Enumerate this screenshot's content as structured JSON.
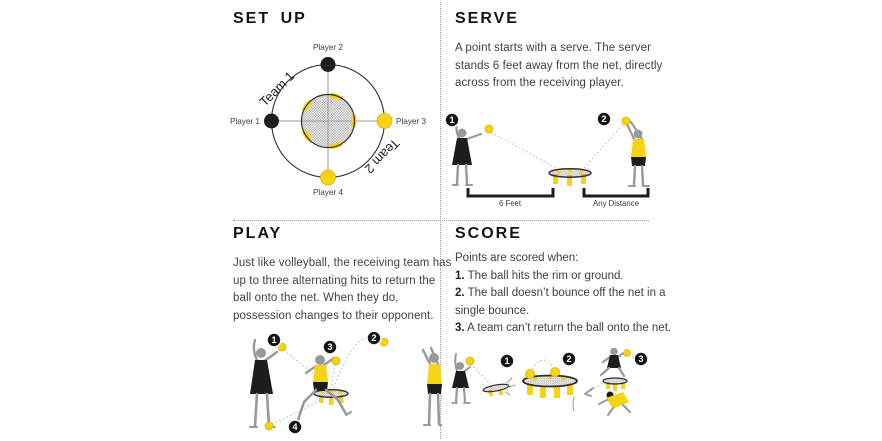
{
  "theme": {
    "yellow": "#F6D415",
    "ink": "#1D1D1B",
    "skin": "#97999B",
    "text": "#3F3F3F",
    "divider": "#9E9E9E"
  },
  "setup": {
    "title": "SET UP",
    "team1": "Team 1",
    "team2": "Team 2",
    "player1": "Player 1",
    "player2": "Player 2",
    "player3": "Player 3",
    "player4": "Player 4"
  },
  "serve": {
    "title": "SERVE",
    "description": "A point starts with a serve. The server\nstands 6 feet away from the net, directly\nacross from the receiving player.",
    "badge1": "1",
    "badge2": "2",
    "distance_left": "6 Feet",
    "distance_right": "Any Distance"
  },
  "play": {
    "title": "PLAY",
    "description": "Just like volleyball, the receiving team has\nup to three alternating hits to return the\nball onto the net. When they do,\npossession changes to their opponent.",
    "badge1": "1",
    "badge2": "2",
    "badge3": "3",
    "badge4": "4"
  },
  "score": {
    "title": "SCORE",
    "intro": "Points are scored when:",
    "rules": [
      {
        "num": "1.",
        "text": "The ball hits the rim or ground."
      },
      {
        "num": "2.",
        "text": "The ball doesn’t bounce off the net in a\nsingle bounce."
      },
      {
        "num": "3.",
        "text": "A team can’t return the ball onto the net."
      }
    ],
    "badge1": "1",
    "badge2": "2",
    "badge3": "3"
  }
}
